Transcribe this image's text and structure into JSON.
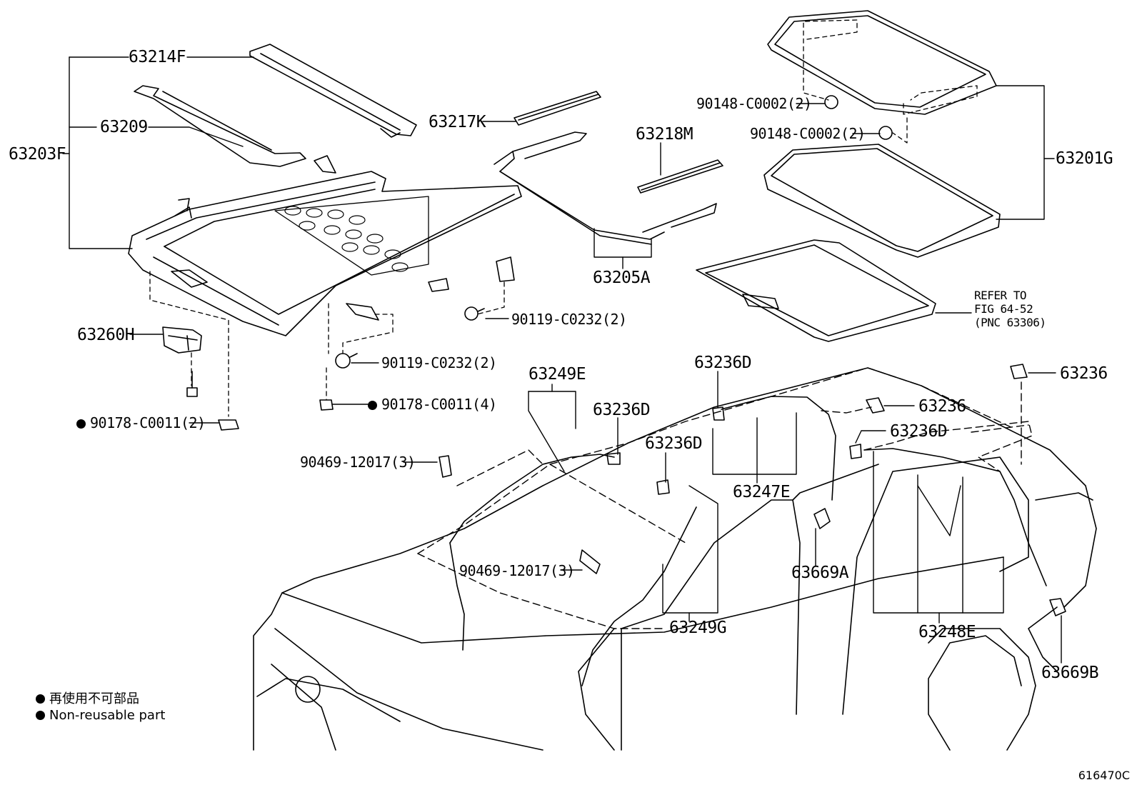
{
  "diagram": {
    "figure_number": "616470C",
    "legend": {
      "symbol": "non-reusable-dot",
      "line_jp": "再使用不可部品",
      "line_en": "Non-reusable part"
    },
    "refer_note": [
      "REFER TO",
      "FIG 64-52",
      "(PNC 63306)"
    ],
    "labels": {
      "p63214F": "63214F",
      "p63209": "63209",
      "p63203F": "63203F",
      "p63217K": "63217K",
      "p63218M": "63218M",
      "p63205A": "63205A",
      "p90148a": "90148-C0002(2)",
      "p90148b": "90148-C0002(2)",
      "p63201G": "63201G",
      "p63260H": "63260H",
      "p90119a": "90119-C0232(2)",
      "p90119b": "90119-C0232(2)",
      "p90178a": "90178-C0011(4)",
      "p90178b": "90178-C0011(2)",
      "p63249E": "63249E",
      "p63236D_top": "63236D",
      "p63236_right": "63236",
      "p63236D_mid": "63236D",
      "p63236_mid": "63236",
      "p63236D_right": "63236D",
      "p90469a": "90469-12017(3)",
      "p63236D_low": "63236D",
      "p63247E": "63247E",
      "p63669A": "63669A",
      "p90469b": "90469-12017(3)",
      "p63249G": "63249G",
      "p63248E": "63248E",
      "p63669B": "63669B"
    }
  }
}
